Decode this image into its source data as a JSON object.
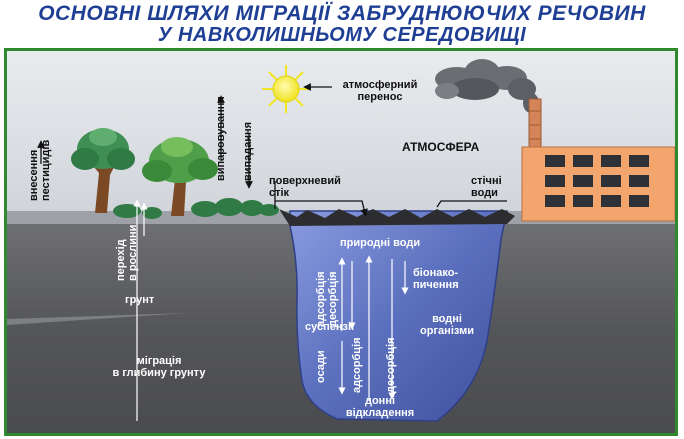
{
  "title": {
    "line1": "ОСНОВНІ ШЛЯХИ МІГРАЦІЇ ЗАБРУДНЮЮЧИХ РЕЧОВИН",
    "line2": "У НАВКОЛИШНЬОМУ СЕРЕДОВИЩІ"
  },
  "labels": {
    "atmosphere": "АТМОСФЕРА",
    "atmospheric_transfer_1": "атмосферний",
    "atmospheric_transfer_2": "перенос",
    "surface_runoff_1": "поверхневий",
    "surface_runoff_2": "стік",
    "waste_water_1": "стічні",
    "waste_water_2": "води",
    "evaporation": "випаровування",
    "precipitation": "випадання",
    "pesticides_1": "внесення",
    "pesticides_2": "пестицидів",
    "to_plants_1": "перехід",
    "to_plants_2": "в рослини",
    "soil": "грунт",
    "deep_migration_1": "міграція",
    "deep_migration_2": "в глибину грунту",
    "natural_waters": "природні води",
    "adsorption_left": "адсорбція",
    "desorption_left": "десорбція",
    "suspensions": "суспензії",
    "sediments": "осади",
    "adsorption_right": "адсорбція",
    "desorption_right": "десорбція",
    "bioaccumulation_1": "біонако-",
    "bioaccumulation_2": "пичення",
    "aquatic_organisms_1": "водні",
    "aquatic_organisms_2": "організми",
    "bottom_deposits_1": "донні",
    "bottom_deposits_2": "відкладення"
  },
  "colors": {
    "title": "#1f3f95",
    "frame_border": "#2f8a2f",
    "sky": "#dde0e5",
    "ground": "#58595c",
    "water": "#5a6fbd",
    "sun": "#f3e82a",
    "factory": "#f3a56e",
    "tree_foliage": "#3f8f55"
  },
  "icons": [
    "sun-icon",
    "smoke-cloud-icon",
    "factory-icon",
    "chimney-icon",
    "tree-icon",
    "shrub-icon"
  ]
}
